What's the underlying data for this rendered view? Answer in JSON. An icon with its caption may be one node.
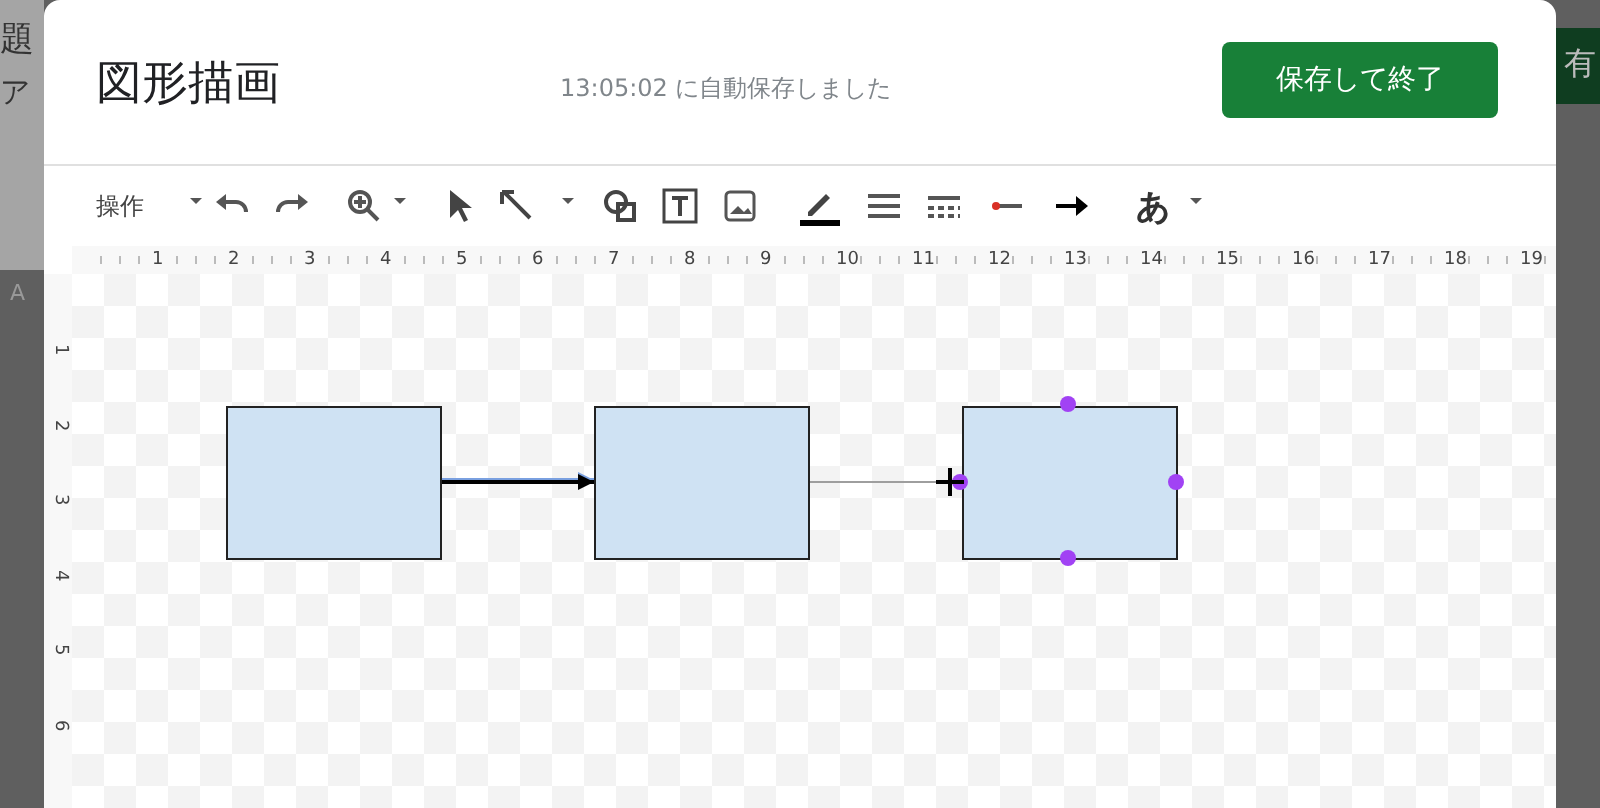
{
  "diagram": {
    "title": "図形描画",
    "nodes": [
      {
        "text": [],
        "shape": "box"
      },
      {
        "text": [],
        "shape": "box"
      },
      {
        "text": [],
        "shape": "box"
      }
    ],
    "edges": [
      {
        "from": 0,
        "to": 1,
        "arrow": "to"
      },
      {
        "from": 1,
        "to": 2,
        "arrow": "none",
        "color": "#9e9e9e"
      }
    ],
    "labels": [
      "題",
      "有",
      "ア",
      "13:05:02 に自動保存しました",
      "保存して終了",
      "操作",
      "あ",
      "A",
      "1",
      "2",
      "3",
      "4",
      "5",
      "6",
      "7",
      "8",
      "9",
      "10",
      "11",
      "12",
      "13",
      "14",
      "15",
      "16",
      "17",
      "18",
      "19",
      "1",
      "2",
      "3",
      "4",
      "5",
      "6"
    ]
  }
}
